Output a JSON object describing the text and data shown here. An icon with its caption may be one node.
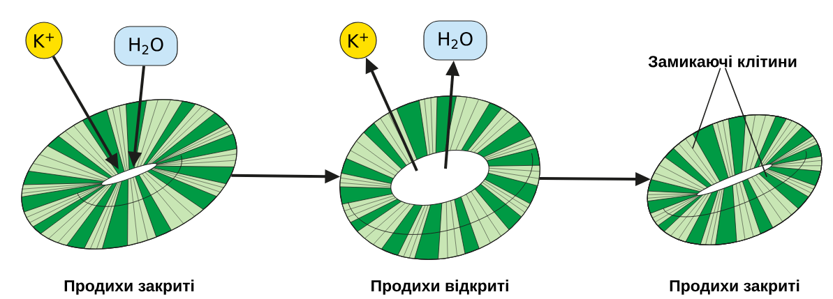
{
  "diagram": {
    "nodes": [
      {
        "text": [
          "K$^{+}$"
        ]
      },
      {
        "text": [
          "H$_{2}$O"
        ]
      },
      {
        "text": [],
        "shape": "picture",
        "beside": [
          "Продихи закриті"
        ]
      },
      {
        "text": [
          "K$^{+}$"
        ]
      },
      {
        "text": [
          "H$_{2}$O"
        ]
      },
      {
        "text": [],
        "shape": "picture",
        "beside": [
          "Продихи відкриті"
        ]
      },
      {
        "text": [],
        "shape": "picture",
        "beside": [
          "Продихи закриті"
        ]
      },
      {
        "text": [
          "Замикаючі клітини"
        ]
      },
      {
        "text": [],
        "shape": "picture",
        "in": 6
      },
      {
        "text": [],
        "shape": "picture",
        "in": 6
      }
    ],
    "edges": [
      {
        "from": 0,
        "to": 2,
        "arrow": "to"
      },
      {
        "from": 1,
        "to": 2,
        "arrow": "to"
      },
      {
        "from": 2,
        "to": 5,
        "arrow": "to"
      },
      {
        "from": 5,
        "to": 3,
        "arrow": "to"
      },
      {
        "from": 5,
        "to": 4,
        "arrow": "to"
      },
      {
        "from": 5,
        "to": 6,
        "arrow": "to"
      },
      {
        "from": 7,
        "to": 8,
        "arrow": "none"
      },
      {
        "from": 7,
        "to": 9,
        "arrow": "none"
      }
    ]
  }
}
